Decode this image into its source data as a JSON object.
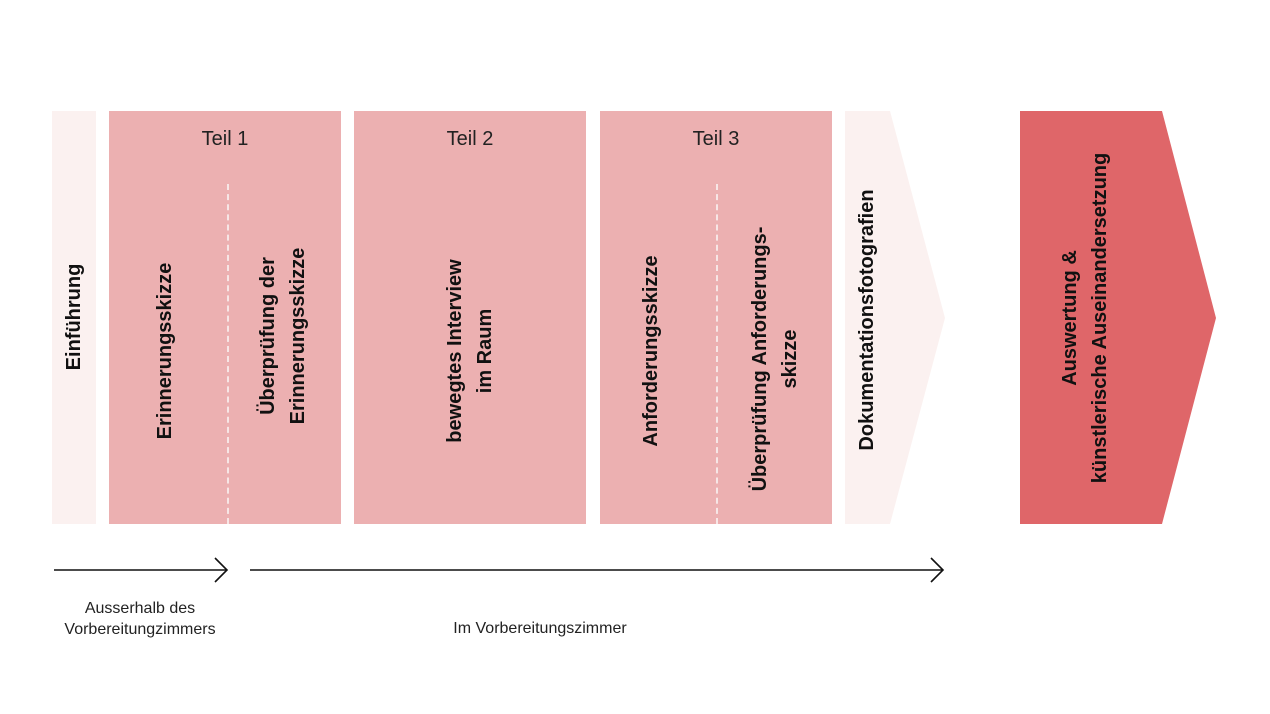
{
  "steps": {
    "intro": {
      "label": "Einführung"
    },
    "part1": {
      "title": "Teil 1",
      "left": "Erinnerungsskizze",
      "right": "Überprüfung der\nErinnerungsskizze"
    },
    "part2": {
      "title": "Teil 2",
      "center": "bewegtes Interview\nim Raum"
    },
    "part3": {
      "title": "Teil 3",
      "left": "Anforderungsskizze",
      "right": "Überprüfung Anforderungs-\nskizze"
    },
    "documentation": {
      "label": "Dokumentationsfotografien"
    },
    "evaluation": {
      "label": "Auswertung &\nkünstlerische Auseinandersetzung"
    }
  },
  "timeline": {
    "outside": "Ausserhalb des\nVorbereitungzimmers",
    "inside": "Im Vorbereitungszimmer"
  },
  "colors": {
    "pale": "#fbf1f0",
    "pink": "#ecb0b1",
    "accent": "#df6669"
  }
}
